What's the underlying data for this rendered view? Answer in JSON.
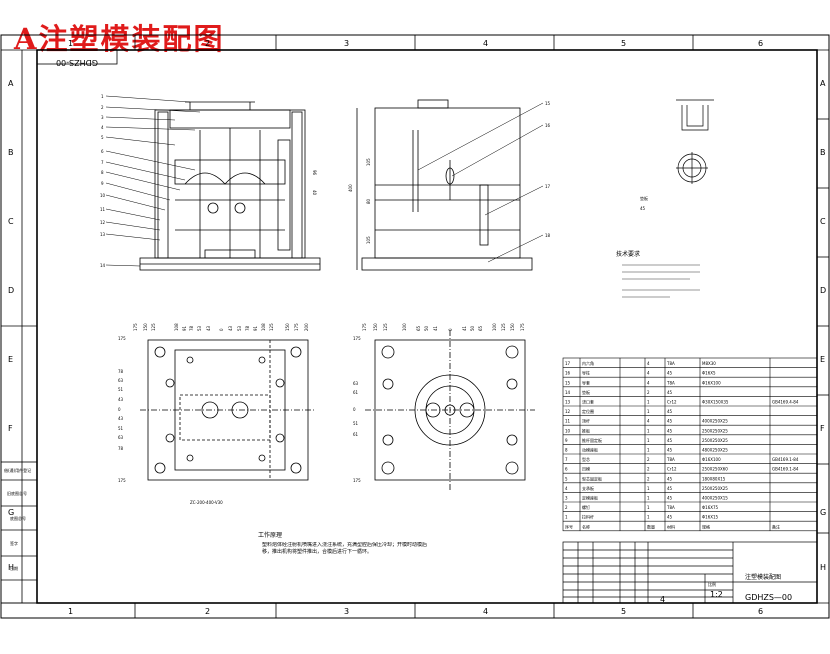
{
  "title": "A注塑模装配图",
  "drawing_code_box": "GDHZS-00",
  "grid": {
    "columns": [
      "1",
      "2",
      "3",
      "4",
      "5",
      "6"
    ],
    "rows": [
      "A",
      "B",
      "C",
      "D",
      "E",
      "F",
      "G",
      "H"
    ]
  },
  "top_view": {
    "left_callouts": [
      "1",
      "2",
      "3",
      "4",
      "5",
      "6",
      "7",
      "8",
      "9",
      "10",
      "11",
      "12",
      "13",
      "14"
    ],
    "dims": [
      "96",
      "40"
    ]
  },
  "side_view": {
    "right_callouts": [
      "15",
      "16",
      "17",
      "18"
    ],
    "dims": [
      "400",
      "105",
      "80",
      "105"
    ]
  },
  "plate_left": {
    "top_dims": [
      "175",
      "150",
      "125",
      "108",
      "91",
      "78",
      "53",
      "43",
      "0",
      "43",
      "53",
      "78",
      "91",
      "108",
      "125",
      "150",
      "175",
      "200"
    ],
    "left_dims": [
      "175",
      "78",
      "63",
      "51",
      "43",
      "0",
      "43",
      "51",
      "63",
      "78",
      "175"
    ],
    "caption": "ZC-200-400-V30"
  },
  "plate_right": {
    "top_dims": [
      "175",
      "150",
      "125",
      "100",
      "65",
      "50",
      "41",
      "0",
      "41",
      "50",
      "65",
      "100",
      "125",
      "150",
      "175"
    ],
    "left_dims": [
      "175",
      "63",
      "61",
      "0",
      "51",
      "61",
      "175"
    ]
  },
  "tech_req_title": "技术要求",
  "work_title": "工作原理",
  "work_text": "塑料熔体经注射机喷嘴进入浇注系统，充满型腔后保压冷却；开模时动模后移，推出机构将塑件推出，合模后进行下一循环。",
  "bom": {
    "rows": [
      [
        "17",
        "内六角",
        "4",
        "T8A",
        "M8X30",
        ""
      ],
      [
        "16",
        "导柱",
        "4",
        "45",
        "Φ16X5",
        ""
      ],
      [
        "15",
        "导套",
        "4",
        "T8A",
        "Φ16X100",
        ""
      ],
      [
        "14",
        "垫板",
        "2",
        "45",
        "",
        ""
      ],
      [
        "13",
        "浇口套",
        "1",
        "Cr12",
        "Φ30X150X35",
        "GB4169.4-84"
      ],
      [
        "12",
        "定位圈",
        "1",
        "45",
        "",
        ""
      ],
      [
        "11",
        "顶杆",
        "4",
        "45",
        "400X250X25",
        ""
      ],
      [
        "10",
        "推板",
        "1",
        "45",
        "250X250X25",
        ""
      ],
      [
        "9",
        "推杆固定板",
        "1",
        "45",
        "250X250X25",
        ""
      ],
      [
        "8",
        "动模座板",
        "1",
        "45",
        "480X250X25",
        ""
      ],
      [
        "7",
        "型芯",
        "2",
        "T8A",
        "Φ16X100",
        "GB4169.1-84"
      ],
      [
        "6",
        "凹模",
        "2",
        "Cr12",
        "250X250X60",
        "GB4169.1-84"
      ],
      [
        "5",
        "型芯固定板",
        "2",
        "45",
        "180X80X15",
        ""
      ],
      [
        "4",
        "支承板",
        "1",
        "45",
        "250X250X25",
        ""
      ],
      [
        "3",
        "定模座板",
        "1",
        "45",
        "400X250X15",
        ""
      ],
      [
        "2",
        "螺钉",
        "1",
        "T8A",
        "Φ16X75",
        ""
      ],
      [
        "1",
        "拉料杆",
        "1",
        "45",
        "Φ16X15",
        ""
      ]
    ],
    "header": [
      "序号",
      "名称",
      "数量",
      "材料",
      "规格",
      "备注"
    ],
    "title_block": {
      "name": "注塑模装配图",
      "scale_label": "比例",
      "scale": "1:2",
      "sheet_count": "4",
      "drawing_no": "GDHZS—00"
    }
  },
  "left_strip": [
    "借(通)用件登记",
    "旧底图总号",
    "底图总号",
    "签字",
    "日期"
  ],
  "colors": {
    "title": "#e01b1b",
    "ink": "#000000"
  }
}
